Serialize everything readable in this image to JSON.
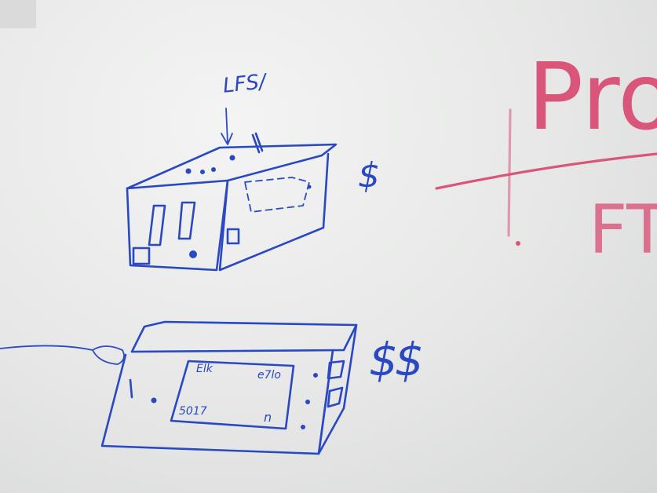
{
  "whiteboard": {
    "top_device": {
      "label": "LFS/",
      "price": "$"
    },
    "bottom_device": {
      "price": "$$",
      "display": {
        "top_left": "Elk",
        "top_right": "e7lo",
        "bottom_left": "5017",
        "bottom_right": "n"
      }
    },
    "right_heading": {
      "word": "Pro",
      "subword": "FT"
    },
    "colors": {
      "blue_marker": "#2a48c2",
      "red_marker": "#d9557a",
      "board": "#e6e7e6"
    }
  }
}
